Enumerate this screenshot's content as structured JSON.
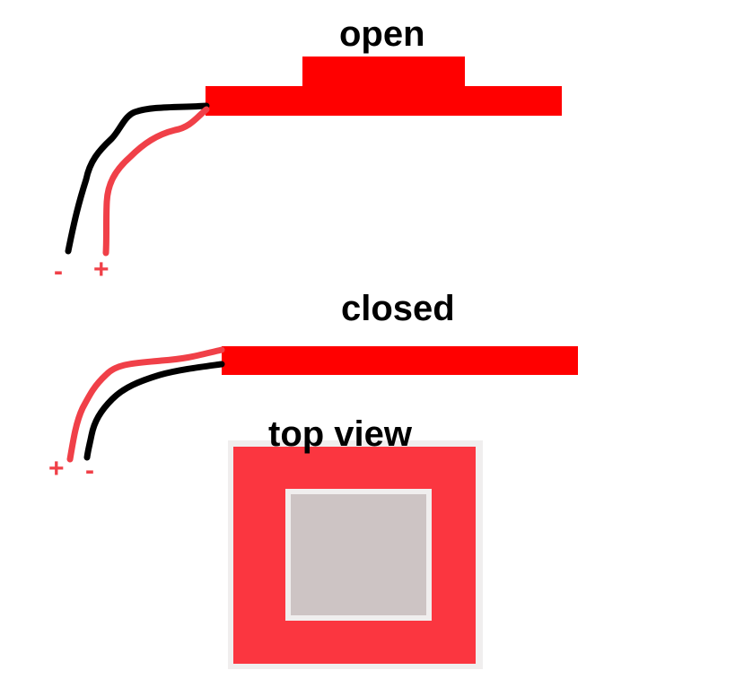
{
  "open_view": {
    "title": "open",
    "minus_label": "-",
    "plus_label": "+"
  },
  "closed_view": {
    "title": "closed",
    "plus_label": "+",
    "minus_label": "-"
  },
  "top_view": {
    "title": "top view"
  },
  "colors": {
    "switch_body": "#ff0000",
    "top_outer": "#fb3640",
    "top_inner": "#cdc4c4",
    "top_border": "#f0eeee",
    "wire_black": "#000000",
    "wire_red": "#f04048",
    "polarity_text": "#f04048"
  }
}
